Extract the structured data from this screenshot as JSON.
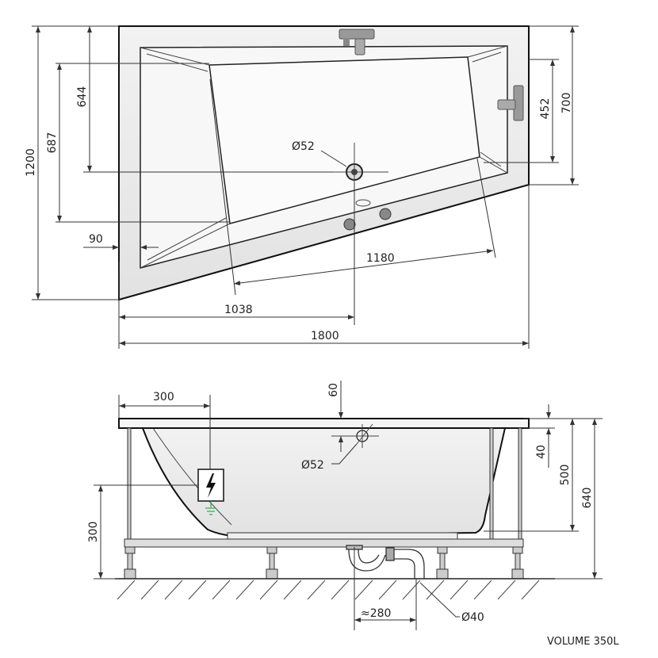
{
  "top_view": {
    "dims": {
      "height_total": "1200",
      "inner_687": "687",
      "drain_644": "644",
      "offset_90": "90",
      "faucet_452": "452",
      "right_700": "700",
      "drain_diameter": "Ø52",
      "sloped_1180": "1180",
      "drain_x_1038": "1038",
      "length_1800": "1800"
    }
  },
  "side_view": {
    "dims": {
      "electric_300": "300",
      "overflow_60": "60",
      "overflow_diameter": "Ø52",
      "rim_40": "40",
      "depth_500": "500",
      "height_640": "640",
      "electric_height_300": "300",
      "siphon_280": "≈280",
      "waste_diameter": "Ø40"
    }
  },
  "footer": {
    "volume": "VOLUME 350L"
  },
  "colors": {
    "ground": "#2fb34a",
    "body": "#ececec"
  }
}
